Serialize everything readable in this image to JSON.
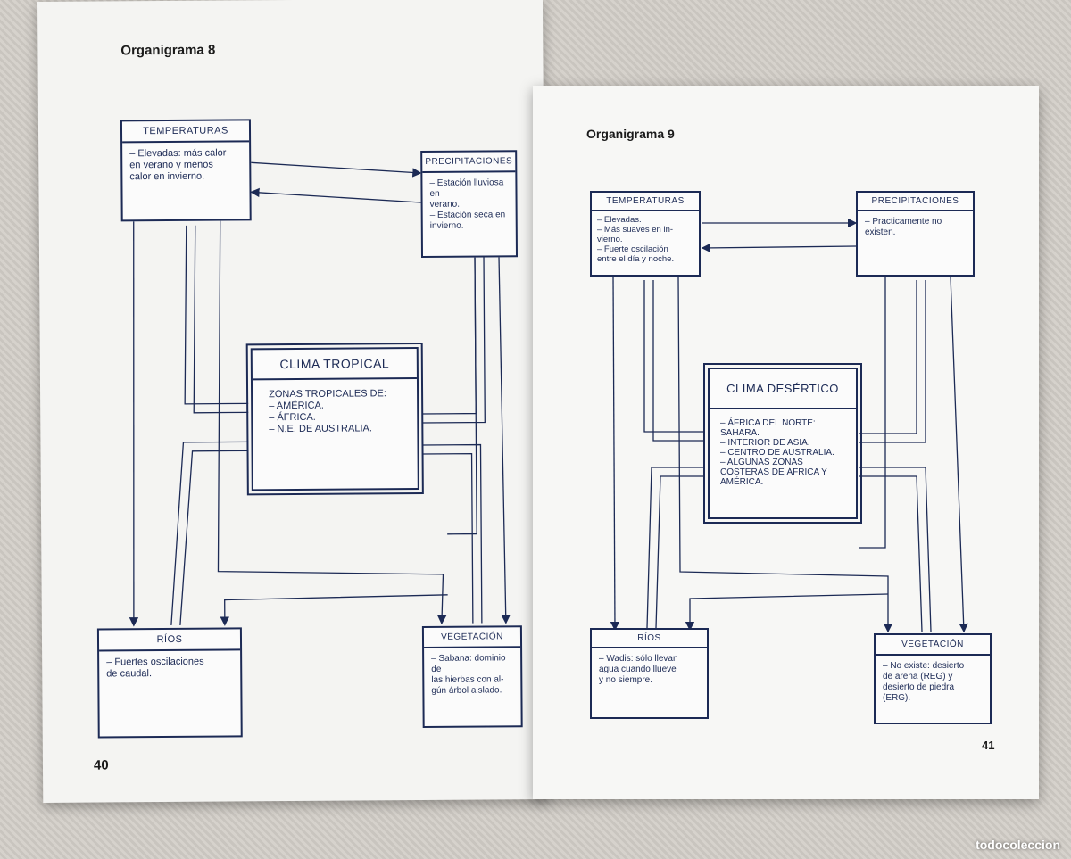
{
  "left": {
    "title": "Organigrama 8",
    "page_number": "40",
    "temperaturas": {
      "header": "TEMPERATURAS",
      "body": "– Elevadas: más calor\n  en verano y menos\n  calor en invierno."
    },
    "precipitaciones": {
      "header": "PRECIPITACIONES",
      "body": "– Estación lluviosa en\n  verano.\n– Estación seca en\n  invierno."
    },
    "center": {
      "header": "CLIMA TROPICAL",
      "body": "ZONAS TROPICALES DE:\n– AMÉRICA.\n– ÁFRICA.\n– N.E. DE AUSTRALIA."
    },
    "rios": {
      "header": "RÍOS",
      "body": "– Fuertes oscilaciones\n  de caudal."
    },
    "vegetacion": {
      "header": "VEGETACIÓN",
      "body": "– Sabana: dominio de\n  las hierbas con al-\n  gún árbol aislado."
    }
  },
  "right": {
    "title": "Organigrama 9",
    "page_number": "41",
    "temperaturas": {
      "header": "TEMPERATURAS",
      "body": "– Elevadas.\n– Más suaves en in-\n  vierno.\n– Fuerte oscilación\n  entre el día y noche."
    },
    "precipitaciones": {
      "header": "PRECIPITACIONES",
      "body": "– Practicamente no\n  existen."
    },
    "center": {
      "header": "CLIMA DESÉRTICO",
      "body": "– ÁFRICA DEL NORTE:\n  SAHARA.\n– INTERIOR DE ASIA.\n– CENTRO DE AUSTRALIA.\n– ALGUNAS ZONAS\n  COSTERAS DE ÁFRICA Y\n  AMÉRICA."
    },
    "rios": {
      "header": "RÍOS",
      "body": "– Wadis: sólo llevan\n  agua cuando llueve\n  y no siempre."
    },
    "vegetacion": {
      "header": "VEGETACIÓN",
      "body": "– No existe: desierto\n  de arena (REG) y\n  desierto de piedra\n  (ERG)."
    }
  },
  "watermark": "todocoleccion"
}
